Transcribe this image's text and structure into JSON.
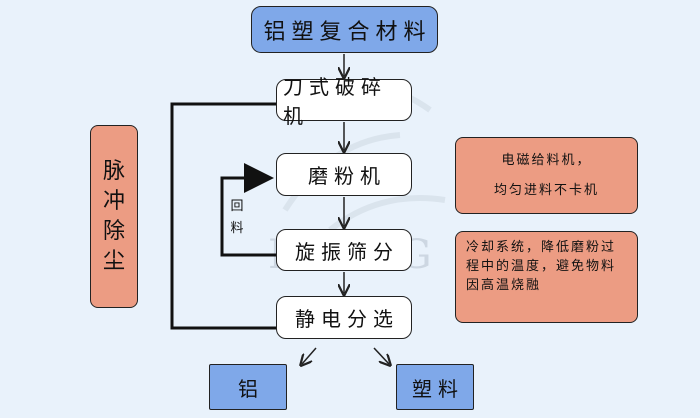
{
  "title": "铝塑复合材料",
  "steps": {
    "crusher": "刀式破碎机",
    "mill": "磨粉机",
    "sieve": "旋振筛分",
    "separator": "静电分选"
  },
  "dust_collector": [
    "脉",
    "冲",
    "除",
    "尘"
  ],
  "return_label": [
    "回",
    "料"
  ],
  "notes": {
    "feeder": [
      "电磁给料机，",
      "均匀进料不卡机"
    ],
    "cooling": "冷却系统，降低磨粉过程中的温度，避免物料因高温烧融"
  },
  "outputs": {
    "aluminum": "铝",
    "plastic": "塑料"
  },
  "watermark": "DOING",
  "colors": {
    "blue": "#7fa8e9",
    "salmon": "#ec9c83",
    "background": "#e9f2fb"
  }
}
